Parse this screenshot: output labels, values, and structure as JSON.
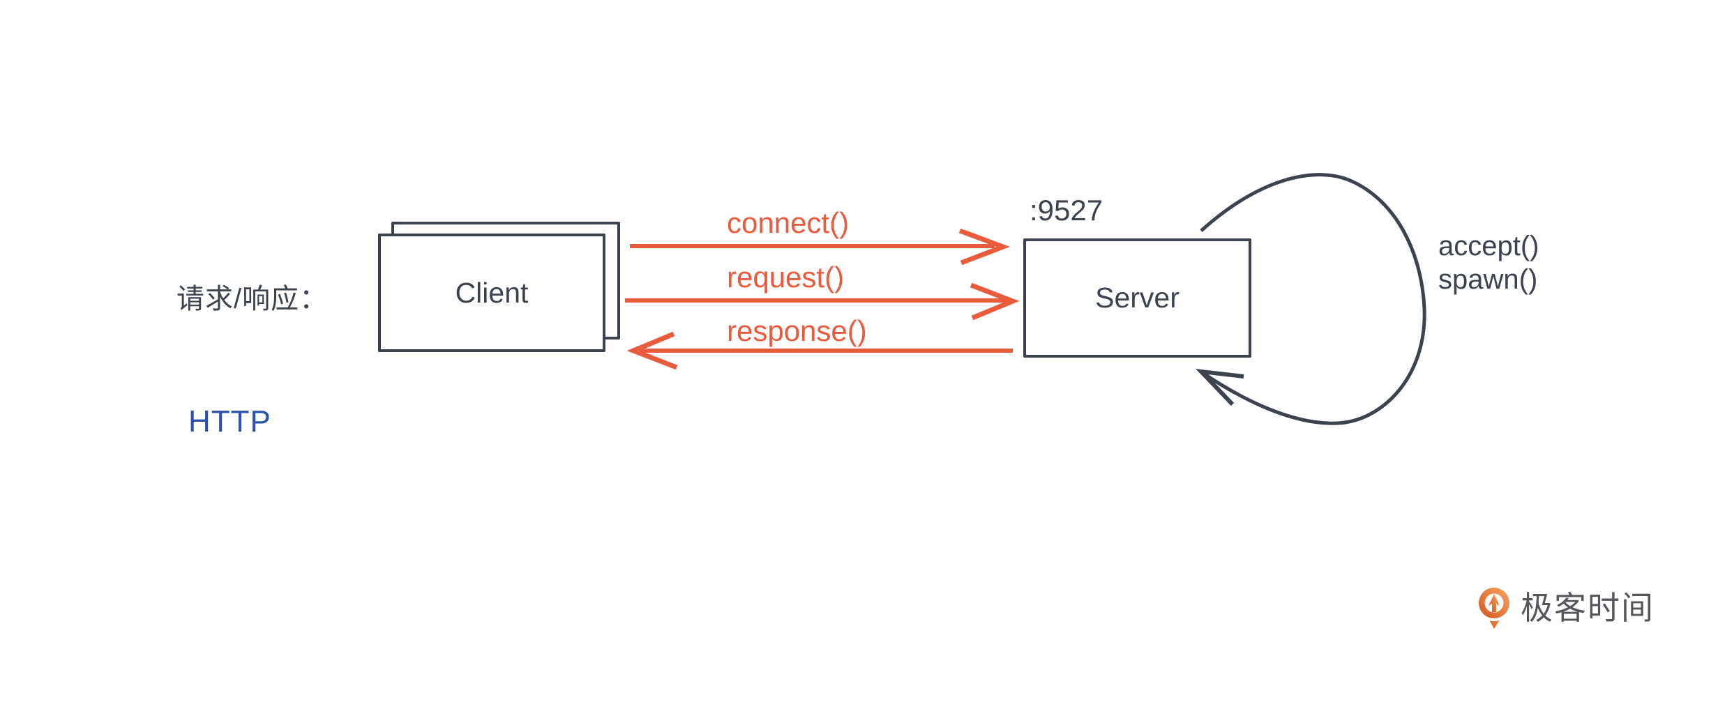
{
  "diagram": {
    "left_label": "请求/响应：",
    "protocol_label": "HTTP",
    "client": {
      "label": "Client"
    },
    "server": {
      "label": "Server",
      "port_label": ":9527"
    },
    "arrows": [
      {
        "label": "connect()",
        "direction": "client-to-server"
      },
      {
        "label": "request()",
        "direction": "client-to-server"
      },
      {
        "label": "response()",
        "direction": "server-to-client"
      }
    ],
    "loop": {
      "labels": [
        "accept()",
        "spawn()"
      ],
      "description": "self-loop-on-server"
    },
    "colors": {
      "stroke_dark": "#3c434f",
      "arrow_orange": "#e85c3d",
      "http_blue": "#2b51ad",
      "logo_orange_dark": "#d5561d",
      "logo_orange_light": "#f4a567",
      "logo_text_gray": "#54565b"
    }
  },
  "branding": {
    "logo_text": "极客时间",
    "logo_icon": "geektime-pin-logo"
  }
}
